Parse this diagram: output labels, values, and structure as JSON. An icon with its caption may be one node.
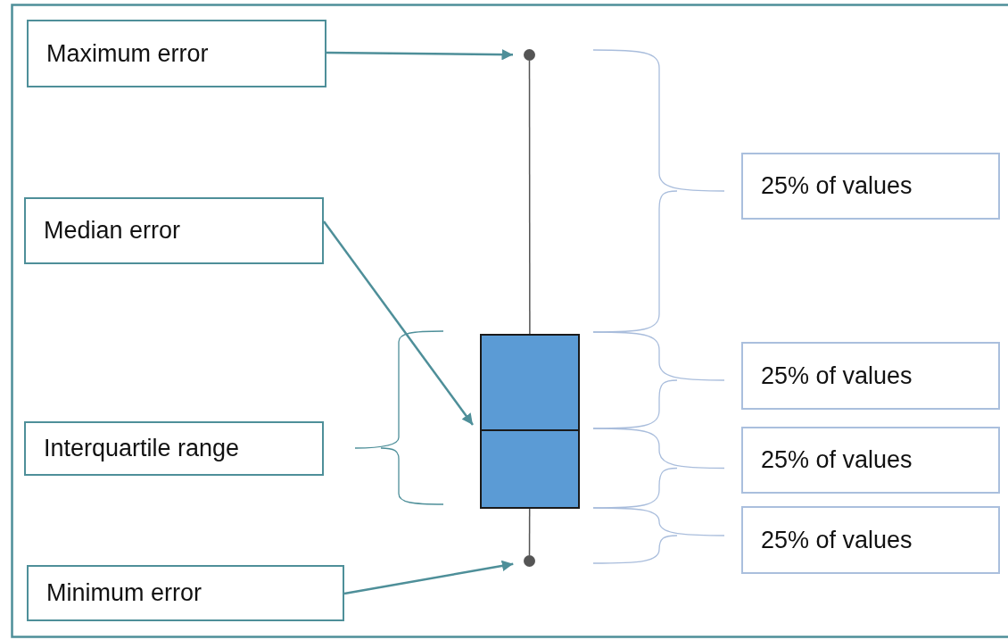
{
  "diagram": {
    "nodes": [
      {
        "text": [
          "Maximum error"
        ]
      },
      {
        "text": [
          "Median error"
        ]
      },
      {
        "text": [
          "Interquartile range"
        ]
      },
      {
        "text": [
          "Minimum error"
        ]
      },
      {
        "text": [],
        "shape": "circle"
      },
      {
        "text": [],
        "shape": "box"
      },
      {
        "text": [],
        "shape": "circle"
      },
      {
        "text": [
          "25% of values"
        ]
      },
      {
        "text": [
          "25% of values"
        ]
      },
      {
        "text": [
          "25% of values"
        ]
      },
      {
        "text": [
          "25% of values"
        ]
      }
    ],
    "edges": [
      {
        "from": 0,
        "to": 4,
        "arrow": "to"
      },
      {
        "from": 1,
        "to": 5,
        "arrow": "to"
      },
      {
        "from": 3,
        "to": 6,
        "arrow": "to"
      },
      {
        "from": 4,
        "to": 5,
        "arrow": "none",
        "color": "#555555"
      },
      {
        "from": 5,
        "to": 6,
        "arrow": "none",
        "color": "#555555"
      }
    ]
  }
}
